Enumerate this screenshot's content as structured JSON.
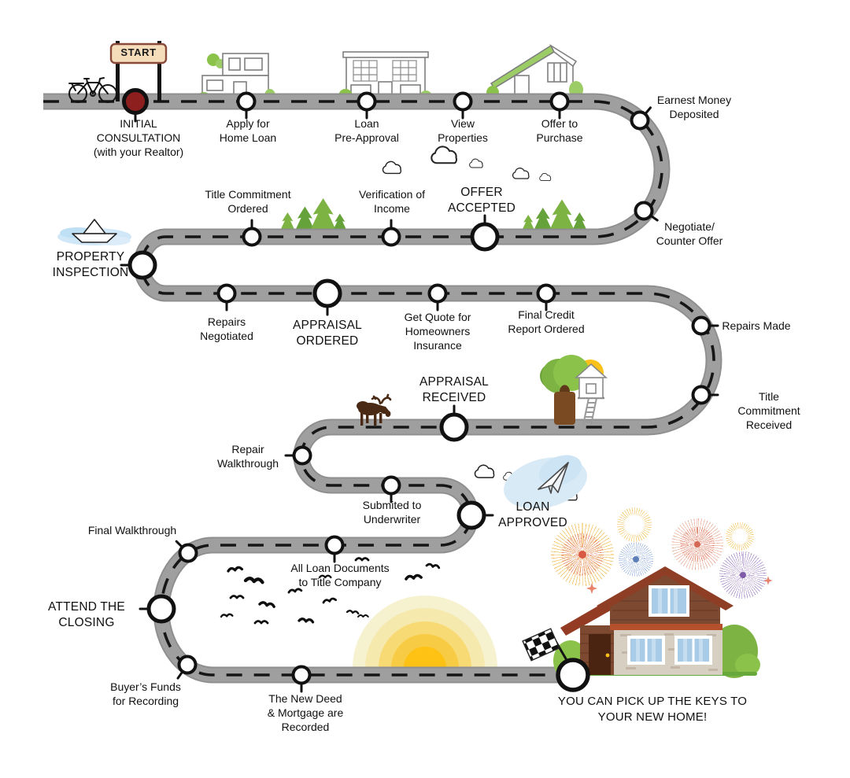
{
  "start_sign": "START",
  "steps": [
    {
      "label": "INITIAL\nCONSULTATION\n(with your Realtor)"
    },
    {
      "label": "Apply for\nHome Loan"
    },
    {
      "label": "Loan\nPre-Approval"
    },
    {
      "label": "View\nProperties"
    },
    {
      "label": "Offer to\nPurchase"
    },
    {
      "label": "Earnest Money\nDeposited"
    },
    {
      "label": "Negotiate/\nCounter Offer"
    },
    {
      "label": "OFFER\nACCEPTED"
    },
    {
      "label": "Verification of\nIncome"
    },
    {
      "label": "Title Commitment\nOrdered"
    },
    {
      "label": "PROPERTY\nINSPECTION"
    },
    {
      "label": "Repairs\nNegotiated"
    },
    {
      "label": "APPRAISAL\nORDERED"
    },
    {
      "label": "Get Quote for\nHomeowners\nInsurance"
    },
    {
      "label": "Final Credit\nReport Ordered"
    },
    {
      "label": "Repairs Made"
    },
    {
      "label": "Title Commitment\nReceived"
    },
    {
      "label": "APPRAISAL\nRECEIVED"
    },
    {
      "label": "Repair\nWalkthrough"
    },
    {
      "label": "Submited to\nUnderwriter"
    },
    {
      "label": "LOAN\nAPPROVED"
    },
    {
      "label": "All Loan Documents\nto Title Company"
    },
    {
      "label": "Final Walkthrough"
    },
    {
      "label": "ATTEND THE\nCLOSING"
    },
    {
      "label": "Buyer’s Funds\nfor Recording"
    },
    {
      "label": "The New Deed\n& Mortgage are\nRecorded"
    },
    {
      "label": "YOU CAN PICK UP THE KEYS TO\nYOUR NEW HOME!"
    }
  ],
  "colors": {
    "road": "#9d9d9d",
    "road_edge": "#8f8f8f",
    "dash": "#161616",
    "start_node_fill": "#8e1f1f",
    "node_ring": "#111111",
    "sign_fill": "#f5ddbc",
    "sign_border": "#8a4a3a",
    "pine_green_light": "#7cb342",
    "pine_green_dark": "#66a23a",
    "water_blue": "#cfe7f7",
    "moose_brown": "#4a2a14",
    "sun_bands": [
      "#f6f1cf",
      "#f6e9ad",
      "#f8da74",
      "#f8cb45",
      "#fdc214"
    ],
    "house_roof": "#8f3e26",
    "house_wood": "#7d4930",
    "house_trim": "#b5502c",
    "house_stucco": "#d8cfc3",
    "house_door": "#4a2410",
    "window_blue": "#a8cbe8",
    "bush_green": "#8bc34a",
    "firework_yellow": "#f0b84a",
    "firework_red": "#e2745f",
    "firework_blue": "#7b9fd4",
    "firework_purple": "#9a7bbf"
  }
}
